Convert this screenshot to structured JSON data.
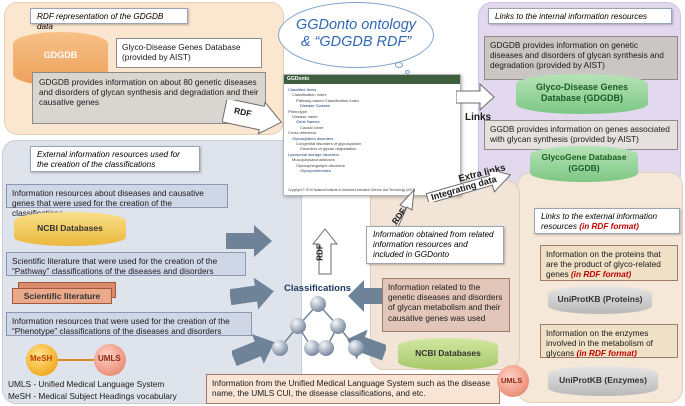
{
  "center": {
    "title_line1": "GGDonto ontology",
    "title_line2": "& “GDGDB RDF”"
  },
  "top_left": {
    "label": "RDF representation  of the GDGDB data",
    "db_name": "GDGDB",
    "db_desc": "Glyco-Disease Genes Database (provided by AIST)",
    "summary": "GDGDB provides information on about 80 genetic diseases and disorders of glycan synthesis and degradation and their causative genes"
  },
  "left": {
    "label": "External information resources used for the creation of the classifications",
    "box1": "Information resources about diseases and causative genes that were  used for the creation of the classifications",
    "ncbi": "NCBI Databases",
    "box2": "Scientific literature that were used for the creation of the “Pathway” classifications of the diseases and disorders",
    "sci": "Scientific literature",
    "box3": "Information resources that were  used for the creation of the “Phenotype”  classifications of the diseases and disorders",
    "mesh": "MeSH",
    "umls": "UMLS",
    "legend1": "UMLS  - Unified Medical Language System",
    "legend2": "MeSH  - Medical Subject Headings vocabulary"
  },
  "right_top": {
    "label": "Links to the internal information resources",
    "gdgdb_text": "GDGDB provides information on genetic diseases and disorders of glycan synthesis and degradation (provided by AIST)",
    "gdgdb_db": "Glyco-Disease Genes Database (GDGDB)",
    "ggdb_text": "GGDB provides information on genes associated with glycan synthesis (provided by AIST)",
    "ggdb_db": "GlycoGene Database (GGDB)"
  },
  "right_bottom": {
    "label_pre": "Links to the external information resources",
    "label_red": "(in RDF format)",
    "proteins_pre": "Information on the proteins that are the product of glyco-related genes",
    "proteins_red": "(in RDF format)",
    "proteins_db": "UniProtKB (Proteins)",
    "enzymes_pre": "Information on the enzymes involved in the metabolism of glycans",
    "enzymes_red": "(in RDF format)",
    "enzymes_db": "UniProtKB (Enzymes)"
  },
  "middle": {
    "related_label": "Information obtained from related information resources and included in GGDonto",
    "related_box": "Information related to the genetic diseases and disorders of glycan metabolism and their causative genes was used",
    "ncbi": "NCBI Databases",
    "umls_box": "Information from the Unified Medical Language System such as the disease name, the UMLS CUI, the disease classifications, and etc.",
    "umls_badge": "UMLS",
    "classifications": "Classifications"
  },
  "arrows": {
    "rdf1": "RDF",
    "rdf2": "RDF",
    "rdf3": "RDF",
    "links": "Links",
    "extra_links": "Extra links",
    "integrating": "Integrating data"
  },
  "screenshot": {
    "header": "GGDonto",
    "lines": [
      "Classified Items",
      "Classification Index",
      "Pathway-based Classification Index",
      "Disease Classes",
      "Phenotype",
      "Disease name",
      "Gene Names",
      "Causal Gene",
      "Cross reference",
      "Glycosylation disorders",
      "Congenital disorders of glycosylation",
      "Disorders of glycan degradation",
      "Lysosomal storage disorders",
      "Mucopolysaccharidoses",
      "Glycosphingolipid disorders",
      "Glycoproteinoses"
    ],
    "footer": "Copyright © 2016 National Institute of Advanced Industrial Science and Technology (AIST)"
  }
}
